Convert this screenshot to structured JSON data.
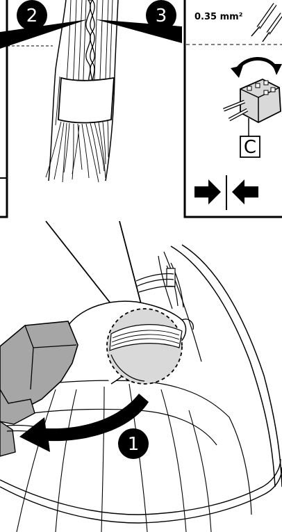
{
  "callouts": {
    "step_1": "1",
    "step_2": "2",
    "step_3": "3"
  },
  "detail_panel": {
    "wire_size_label": "0.35 mm²",
    "connector_label": "C"
  }
}
